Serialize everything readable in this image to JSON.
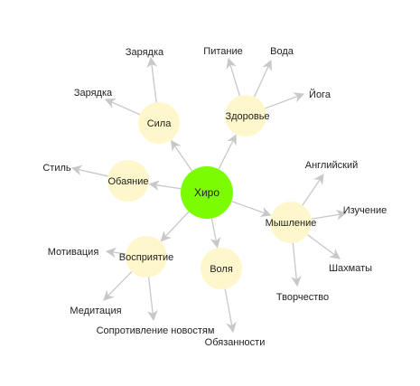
{
  "colors": {
    "root_fill": "#7cfc00",
    "node_fill": "#fff7cc",
    "edge": "#c8c8c8",
    "text": "#222222"
  },
  "root": {
    "label": "Хиро"
  },
  "branches": [
    {
      "id": "sila",
      "label": "Сила",
      "children": [
        {
          "id": "zaryadka-1",
          "label": "Зарядка"
        },
        {
          "id": "zaryadka-2",
          "label": "Зарядка"
        }
      ]
    },
    {
      "id": "zdorove",
      "label": "Здоровье",
      "children": [
        {
          "id": "pitanie",
          "label": "Питание"
        },
        {
          "id": "voda",
          "label": "Вода"
        },
        {
          "id": "yoga",
          "label": "Йога"
        }
      ]
    },
    {
      "id": "obayanie",
      "label": "Обаяние",
      "children": [
        {
          "id": "stil",
          "label": "Стиль"
        }
      ]
    },
    {
      "id": "myshlenie",
      "label": "Мышление",
      "children": [
        {
          "id": "angliyskiy",
          "label": "Английский"
        },
        {
          "id": "izuchenie",
          "label": "Изучение"
        },
        {
          "id": "shakhmaty",
          "label": "Шахматы"
        },
        {
          "id": "tvorchestvo",
          "label": "Творчество"
        }
      ]
    },
    {
      "id": "vospriyatie",
      "label": "Восприятие",
      "children": [
        {
          "id": "motivatsiya",
          "label": "Мотивация"
        },
        {
          "id": "meditatsiya",
          "label": "Медитация"
        },
        {
          "id": "soprotivlenie",
          "label": "Сопротивление новостям"
        }
      ]
    },
    {
      "id": "volya",
      "label": "Воля",
      "children": [
        {
          "id": "obyazannosti",
          "label": "Обязанности"
        }
      ]
    }
  ]
}
